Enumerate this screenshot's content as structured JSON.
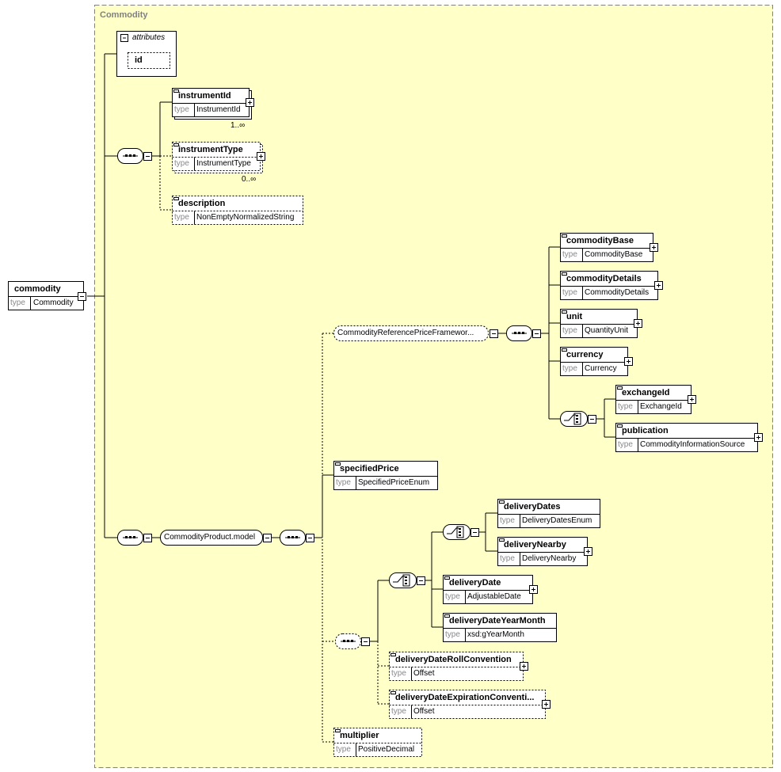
{
  "complex_type": {
    "title": "Commodity"
  },
  "root": {
    "name": "commodity",
    "type_key": "type",
    "type": "Commodity"
  },
  "attributes": {
    "title": "attributes",
    "items": [
      {
        "name": "id"
      }
    ]
  },
  "elements": {
    "instrumentId": {
      "name": "instrumentId",
      "type_key": "type",
      "type": "InstrumentId",
      "cardinality": "1..∞"
    },
    "instrumentType": {
      "name": "instrumentType",
      "type_key": "type",
      "type": "InstrumentType",
      "cardinality": "0..∞"
    },
    "description": {
      "name": "description",
      "type_key": "type",
      "type": "NonEmptyNormalizedString"
    },
    "commodityBase": {
      "name": "commodityBase",
      "type_key": "type",
      "type": "CommodityBase"
    },
    "commodityDetails": {
      "name": "commodityDetails",
      "type_key": "type",
      "type": "CommodityDetails"
    },
    "unit": {
      "name": "unit",
      "type_key": "type",
      "type": "QuantityUnit"
    },
    "currency": {
      "name": "currency",
      "type_key": "type",
      "type": "Currency"
    },
    "exchangeId": {
      "name": "exchangeId",
      "type_key": "type",
      "type": "ExchangeId"
    },
    "publication": {
      "name": "publication",
      "type_key": "type",
      "type": "CommodityInformationSource"
    },
    "specifiedPrice": {
      "name": "specifiedPrice",
      "type_key": "type",
      "type": "SpecifiedPriceEnum"
    },
    "deliveryDates": {
      "name": "deliveryDates",
      "type_key": "type",
      "type": "DeliveryDatesEnum"
    },
    "deliveryNearby": {
      "name": "deliveryNearby",
      "type_key": "type",
      "type": "DeliveryNearby"
    },
    "deliveryDate": {
      "name": "deliveryDate",
      "type_key": "type",
      "type": "AdjustableDate"
    },
    "deliveryDateYearMonth": {
      "name": "deliveryDateYearMonth",
      "type_key": "type",
      "type": "xsd:gYearMonth"
    },
    "deliveryDateRollConvention": {
      "name": "deliveryDateRollConvention",
      "type_key": "type",
      "type": "Offset"
    },
    "deliveryDateExpirationConvention": {
      "name": "deliveryDateExpirationConventi...",
      "type_key": "type",
      "type": "Offset"
    },
    "multiplier": {
      "name": "multiplier",
      "type_key": "type",
      "type": "PositiveDecimal"
    }
  },
  "groups": {
    "referencePriceFramework": {
      "label": "CommodityReferencePriceFramewor..."
    },
    "commodityProductModel": {
      "label": "CommodityProduct.model"
    }
  },
  "colors": {
    "background": "#ffffc8",
    "border": "#808080",
    "line": "#000000"
  }
}
